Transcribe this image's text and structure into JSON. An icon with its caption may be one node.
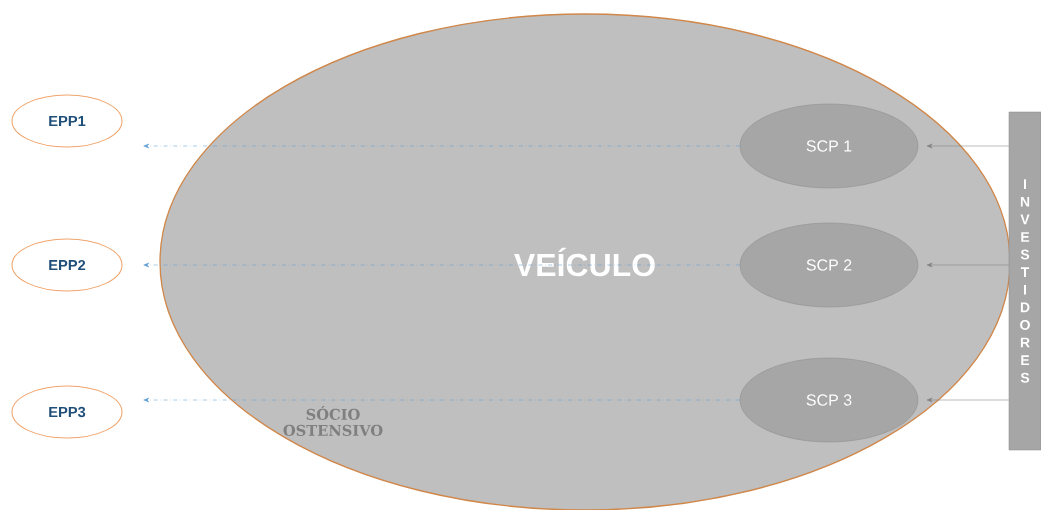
{
  "diagram": {
    "nodes": [
      {
        "text": [
          "VEÍCULO",
          "SÓCIO OSTENSIVO"
        ]
      },
      {
        "text": [
          "SCP 1"
        ],
        "in": 0
      },
      {
        "text": [
          "SCP 2"
        ],
        "in": 0
      },
      {
        "text": [
          "SCP 3"
        ],
        "in": 0
      },
      {
        "text": [
          "EPP1"
        ]
      },
      {
        "text": [
          "EPP2"
        ]
      },
      {
        "text": [
          "EPP3"
        ]
      },
      {
        "text": [
          "INVESTIDORES"
        ]
      }
    ],
    "edges": [
      {
        "from": 1,
        "to": null,
        "arrow": "to",
        "style": "dashed",
        "color": "#5b9bd5"
      },
      {
        "from": 2,
        "to": null,
        "arrow": "to",
        "style": "dashed",
        "color": "#5b9bd5"
      },
      {
        "from": 3,
        "to": null,
        "arrow": "to",
        "style": "dashed",
        "color": "#5b9bd5"
      },
      {
        "from": 7,
        "to": 1,
        "arrow": "to"
      },
      {
        "from": 7,
        "to": 2,
        "arrow": "to"
      },
      {
        "from": 7,
        "to": 3,
        "arrow": "to"
      }
    ]
  }
}
